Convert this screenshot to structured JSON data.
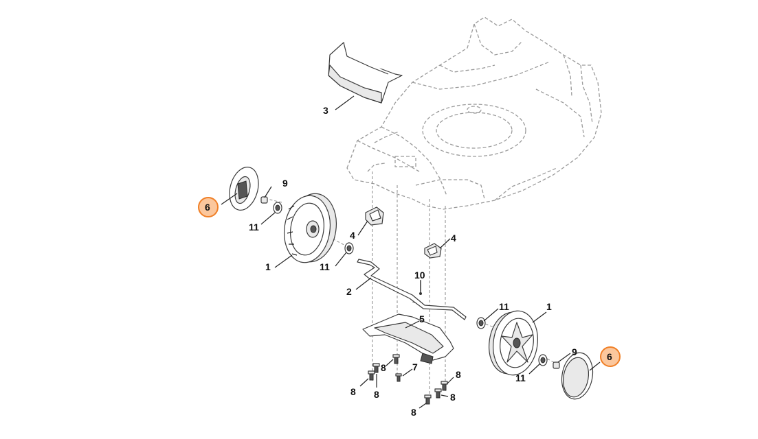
{
  "callouts": {
    "label_1a": "1",
    "label_1b": "1",
    "label_2": "2",
    "label_3": "3",
    "label_4a": "4",
    "label_4b": "4",
    "label_5": "5",
    "label_6a": "6",
    "label_6b": "6",
    "label_7": "7",
    "label_8a": "8",
    "label_8b": "8",
    "label_8c": "8",
    "label_8d": "8",
    "label_8e": "8",
    "label_8f": "8",
    "label_9a": "9",
    "label_9b": "9",
    "label_10": "10",
    "label_11a": "11",
    "label_11b": "11",
    "label_11c": "11",
    "label_11d": "11"
  },
  "colors": {
    "highlight_fill": "#fbc79d",
    "highlight_stroke": "#f07f26",
    "line": "#3a3a3a",
    "deck_dashed": "#9a9a9a"
  },
  "highlighted_parts": [
    "6"
  ]
}
